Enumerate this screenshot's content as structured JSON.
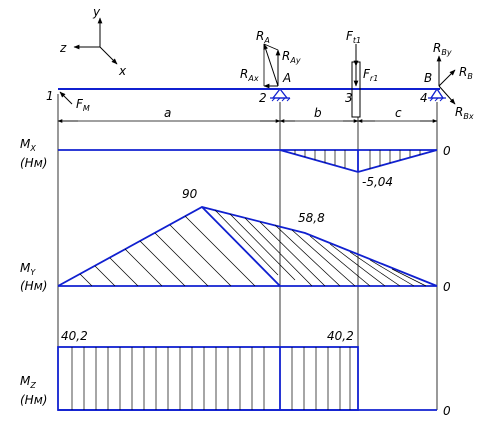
{
  "axes": {
    "y": "y",
    "z": "z",
    "x": "x"
  },
  "points": {
    "p1": "1",
    "p2": "2",
    "p3": "3",
    "p4": "4"
  },
  "supports": {
    "A": "A",
    "B": "B"
  },
  "forces": {
    "FM": {
      "main": "F",
      "sub": "M"
    },
    "RA": {
      "main": "R",
      "sub": "A"
    },
    "RAy": {
      "main": "R",
      "sub": "Ay"
    },
    "RAx": {
      "main": "R",
      "sub": "Ax"
    },
    "Ft1": {
      "main": "F",
      "sub": "t1"
    },
    "Fr1": {
      "main": "F",
      "sub": "r1"
    },
    "RBy": {
      "main": "R",
      "sub": "By"
    },
    "RB": {
      "main": "R",
      "sub": "B"
    },
    "RBx": {
      "main": "R",
      "sub": "Bx"
    }
  },
  "spans": {
    "a": "a",
    "b": "b",
    "c": "c"
  },
  "diagrams": {
    "Mx": {
      "main": "M",
      "sub": "X",
      "unit": "(Нм)",
      "value": "-5,04",
      "zero": "0"
    },
    "My": {
      "main": "M",
      "sub": "Y",
      "unit": "(Нм)",
      "peak": "90",
      "mid": "58,8",
      "zero": "0"
    },
    "Mz": {
      "main": "M",
      "sub": "Z",
      "unit": "(Нм)",
      "left": "40,2",
      "right": "40,2",
      "zero": "0"
    }
  },
  "colors": {
    "line": "#1020d0",
    "ink": "#000000"
  }
}
